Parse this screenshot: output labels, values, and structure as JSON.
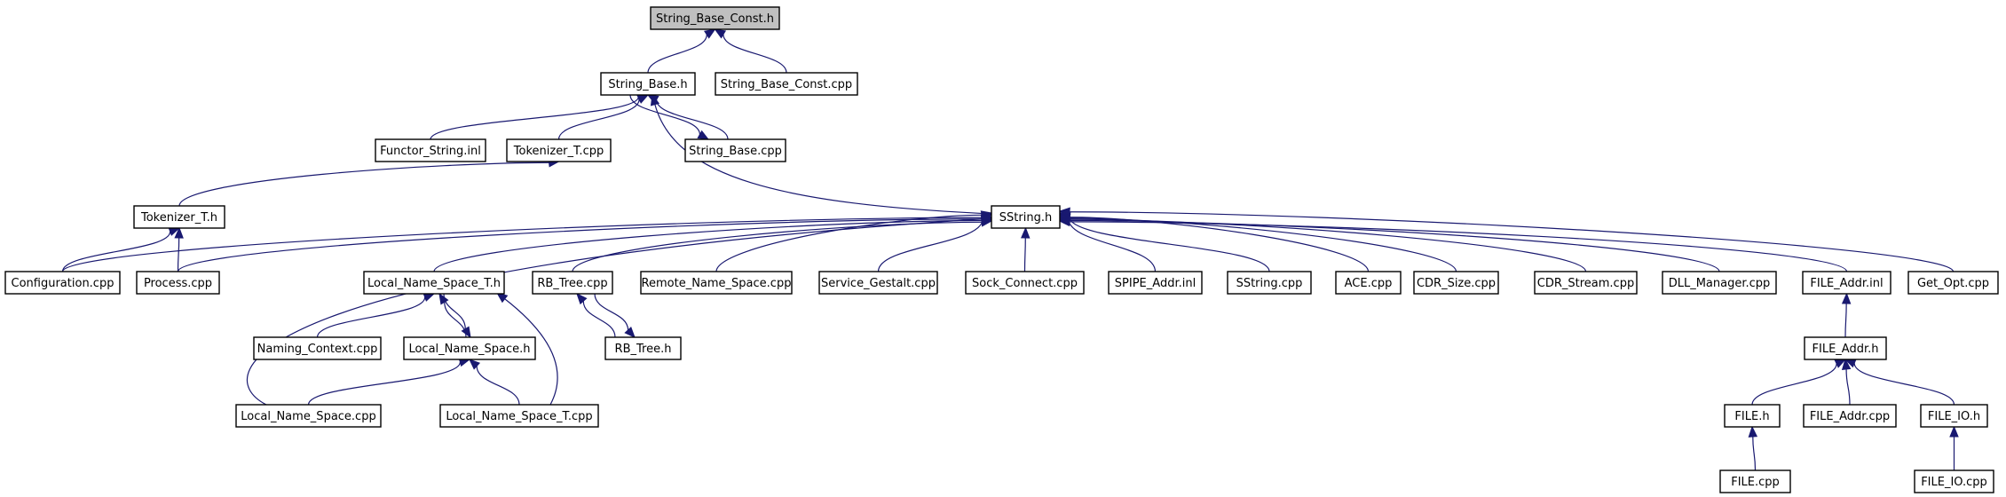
{
  "diagram": {
    "title": "",
    "nodes": [
      {
        "id": "n_string_base_const_h",
        "label": "String_Base_Const.h",
        "root": true
      },
      {
        "id": "n_string_base_h",
        "label": "String_Base.h"
      },
      {
        "id": "n_string_base_const_cpp",
        "label": "String_Base_Const.cpp"
      },
      {
        "id": "n_functor_string_inl",
        "label": "Functor_String.inl"
      },
      {
        "id": "n_tokenizer_t_cpp",
        "label": "Tokenizer_T.cpp"
      },
      {
        "id": "n_string_base_cpp",
        "label": "String_Base.cpp"
      },
      {
        "id": "n_tokenizer_t_h",
        "label": "Tokenizer_T.h"
      },
      {
        "id": "n_sstring_h",
        "label": "SString.h"
      },
      {
        "id": "n_configuration_cpp",
        "label": "Configuration.cpp"
      },
      {
        "id": "n_process_cpp",
        "label": "Process.cpp"
      },
      {
        "id": "n_local_name_space_t_h",
        "label": "Local_Name_Space_T.h"
      },
      {
        "id": "n_rb_tree_cpp",
        "label": "RB_Tree.cpp"
      },
      {
        "id": "n_remote_name_space_cpp",
        "label": "Remote_Name_Space.cpp"
      },
      {
        "id": "n_service_gestalt_cpp",
        "label": "Service_Gestalt.cpp"
      },
      {
        "id": "n_sock_connect_cpp",
        "label": "Sock_Connect.cpp"
      },
      {
        "id": "n_spipe_addr_inl",
        "label": "SPIPE_Addr.inl"
      },
      {
        "id": "n_sstring_cpp",
        "label": "SString.cpp"
      },
      {
        "id": "n_ace_cpp",
        "label": "ACE.cpp"
      },
      {
        "id": "n_cdr_size_cpp",
        "label": "CDR_Size.cpp"
      },
      {
        "id": "n_cdr_stream_cpp",
        "label": "CDR_Stream.cpp"
      },
      {
        "id": "n_dll_manager_cpp",
        "label": "DLL_Manager.cpp"
      },
      {
        "id": "n_file_addr_inl",
        "label": "FILE_Addr.inl"
      },
      {
        "id": "n_get_opt_cpp",
        "label": "Get_Opt.cpp"
      },
      {
        "id": "n_naming_context_cpp",
        "label": "Naming_Context.cpp"
      },
      {
        "id": "n_local_name_space_h",
        "label": "Local_Name_Space.h"
      },
      {
        "id": "n_rb_tree_h",
        "label": "RB_Tree.h"
      },
      {
        "id": "n_local_name_space_cpp",
        "label": "Local_Name_Space.cpp"
      },
      {
        "id": "n_local_name_space_t_cpp",
        "label": "Local_Name_Space_T.cpp"
      },
      {
        "id": "n_file_addr_h",
        "label": "FILE_Addr.h"
      },
      {
        "id": "n_file_h",
        "label": "FILE.h"
      },
      {
        "id": "n_file_addr_cpp",
        "label": "FILE_Addr.cpp"
      },
      {
        "id": "n_file_io_h",
        "label": "FILE_IO.h"
      },
      {
        "id": "n_file_cpp",
        "label": "FILE.cpp"
      },
      {
        "id": "n_file_io_cpp",
        "label": "FILE_IO.cpp"
      }
    ],
    "edges": [
      {
        "from": "n_string_base_h",
        "to": "n_string_base_const_h"
      },
      {
        "from": "n_string_base_const_cpp",
        "to": "n_string_base_const_h"
      },
      {
        "from": "n_functor_string_inl",
        "to": "n_string_base_h"
      },
      {
        "from": "n_tokenizer_t_cpp",
        "to": "n_string_base_h"
      },
      {
        "from": "n_string_base_cpp",
        "to": "n_string_base_h"
      },
      {
        "from": "n_string_base_h",
        "to": "n_string_base_cpp"
      },
      {
        "from": "n_sstring_h",
        "to": "n_string_base_h"
      },
      {
        "from": "n_tokenizer_t_h",
        "to": "n_tokenizer_t_cpp"
      },
      {
        "from": "n_configuration_cpp",
        "to": "n_tokenizer_t_h"
      },
      {
        "from": "n_process_cpp",
        "to": "n_tokenizer_t_h"
      },
      {
        "from": "n_configuration_cpp",
        "to": "n_sstring_h"
      },
      {
        "from": "n_process_cpp",
        "to": "n_sstring_h"
      },
      {
        "from": "n_local_name_space_t_h",
        "to": "n_sstring_h"
      },
      {
        "from": "n_rb_tree_cpp",
        "to": "n_sstring_h"
      },
      {
        "from": "n_remote_name_space_cpp",
        "to": "n_sstring_h"
      },
      {
        "from": "n_service_gestalt_cpp",
        "to": "n_sstring_h"
      },
      {
        "from": "n_sock_connect_cpp",
        "to": "n_sstring_h"
      },
      {
        "from": "n_spipe_addr_inl",
        "to": "n_sstring_h"
      },
      {
        "from": "n_sstring_cpp",
        "to": "n_sstring_h"
      },
      {
        "from": "n_ace_cpp",
        "to": "n_sstring_h"
      },
      {
        "from": "n_cdr_size_cpp",
        "to": "n_sstring_h"
      },
      {
        "from": "n_cdr_stream_cpp",
        "to": "n_sstring_h"
      },
      {
        "from": "n_dll_manager_cpp",
        "to": "n_sstring_h"
      },
      {
        "from": "n_file_addr_inl",
        "to": "n_sstring_h"
      },
      {
        "from": "n_get_opt_cpp",
        "to": "n_sstring_h"
      },
      {
        "from": "n_local_name_space_cpp",
        "to": "n_sstring_h"
      },
      {
        "from": "n_naming_context_cpp",
        "to": "n_local_name_space_t_h"
      },
      {
        "from": "n_local_name_space_h",
        "to": "n_local_name_space_t_h"
      },
      {
        "from": "n_local_name_space_t_h",
        "to": "n_local_name_space_h"
      },
      {
        "from": "n_local_name_space_t_cpp",
        "to": "n_local_name_space_t_h"
      },
      {
        "from": "n_local_name_space_cpp",
        "to": "n_local_name_space_h"
      },
      {
        "from": "n_local_name_space_t_cpp",
        "to": "n_local_name_space_h"
      },
      {
        "from": "n_rb_tree_h",
        "to": "n_rb_tree_cpp"
      },
      {
        "from": "n_rb_tree_cpp",
        "to": "n_rb_tree_h"
      },
      {
        "from": "n_file_addr_h",
        "to": "n_file_addr_inl"
      },
      {
        "from": "n_file_h",
        "to": "n_file_addr_h"
      },
      {
        "from": "n_file_addr_cpp",
        "to": "n_file_addr_h"
      },
      {
        "from": "n_file_io_h",
        "to": "n_file_addr_h"
      },
      {
        "from": "n_file_cpp",
        "to": "n_file_h"
      },
      {
        "from": "n_file_io_cpp",
        "to": "n_file_io_h"
      }
    ]
  },
  "colors": {
    "edge": "#191970",
    "node_fill": "#ffffff",
    "root_fill": "#c0c0c0",
    "border": "#000000"
  }
}
